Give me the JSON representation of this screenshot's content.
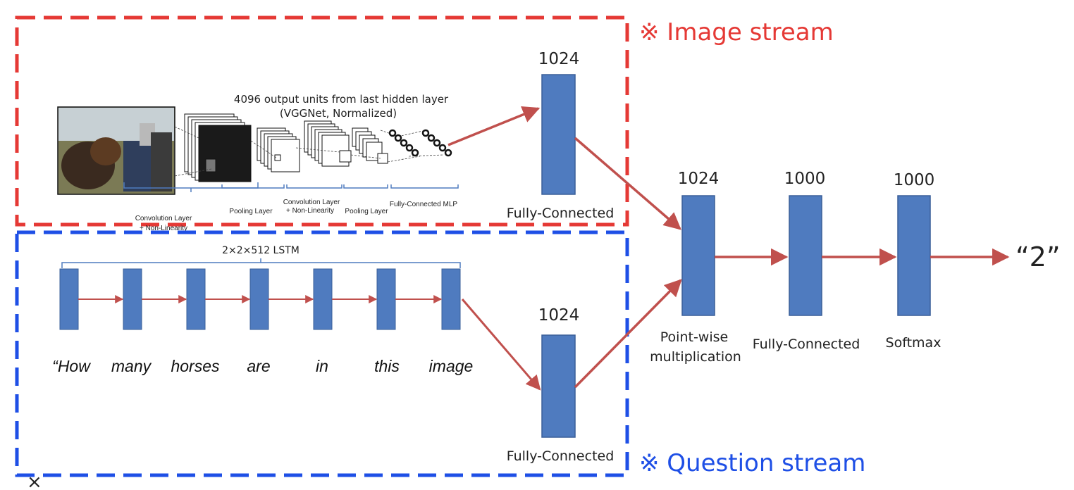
{
  "stream_labels": {
    "image": "※ Image stream",
    "question": "※ Question stream"
  },
  "colors": {
    "image_box": "#e53935",
    "question_box": "#1e4fe6",
    "block_fill": "#4f7bbf",
    "arrow": "#c0504d"
  },
  "image_branch": {
    "cnn_title_line1": "4096 output  units from last hidden layer",
    "cnn_title_line2": "(VGGNet, Normalized)",
    "cnn_stage_labels": [
      "Convolution Layer",
      "+ Non-Linearity",
      "Pooling Layer",
      "Convolution Layer",
      "+ Non-Linearity",
      "Pooling  Layer",
      "Fully-Connected MLP"
    ],
    "fc_size": "1024",
    "fc_label": "Fully-Connected"
  },
  "question_branch": {
    "lstm_label": "2×2×512 LSTM",
    "words": [
      "“How",
      "many",
      "horses",
      "are",
      "in",
      "this",
      "image"
    ],
    "fc_size": "1024",
    "fc_label": "Fully-Connected"
  },
  "fusion": {
    "blocks": [
      {
        "size": "1024",
        "label_line1": "Point-wise",
        "label_line2": "multiplication"
      },
      {
        "size": "1000",
        "label_line1": "Fully-Connected",
        "label_line2": ""
      },
      {
        "size": "1000",
        "label_line1": "Softmax",
        "label_line2": ""
      }
    ],
    "output": "“2”"
  },
  "close_glyph": "×"
}
